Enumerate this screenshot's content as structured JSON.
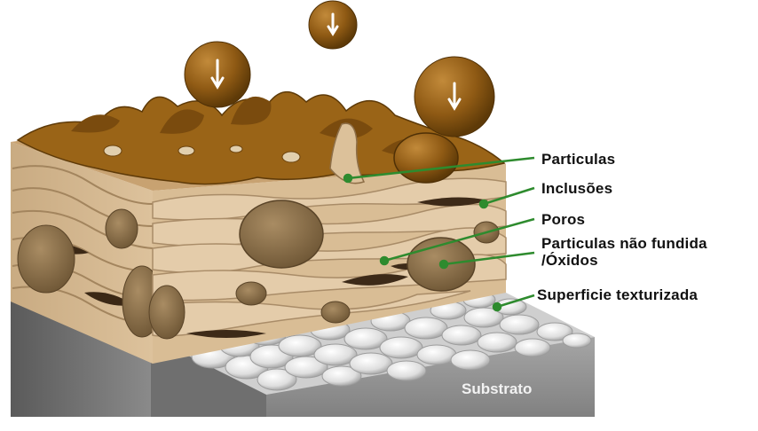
{
  "labels": {
    "particulas": "Particulas",
    "inclusoes": "Inclusões",
    "poros": "Poros",
    "nao_fundida": "Particulas não fundida\n/Óxidos",
    "superficie": "Superficie texturizada",
    "substrato": "Substrato"
  },
  "colors": {
    "leader": "#2e8b2e",
    "molten": "#9a6417",
    "molten_dark": "#6b420c",
    "splat": "#dcc19a",
    "splat_edge": "#a98c68",
    "unmelted": "#8c7350",
    "pore": "#3d2a18",
    "substrate": "#9a9a9a",
    "texture": "#e8e8e8"
  },
  "icons": {
    "falling_droplet": "down-arrow-icon"
  }
}
